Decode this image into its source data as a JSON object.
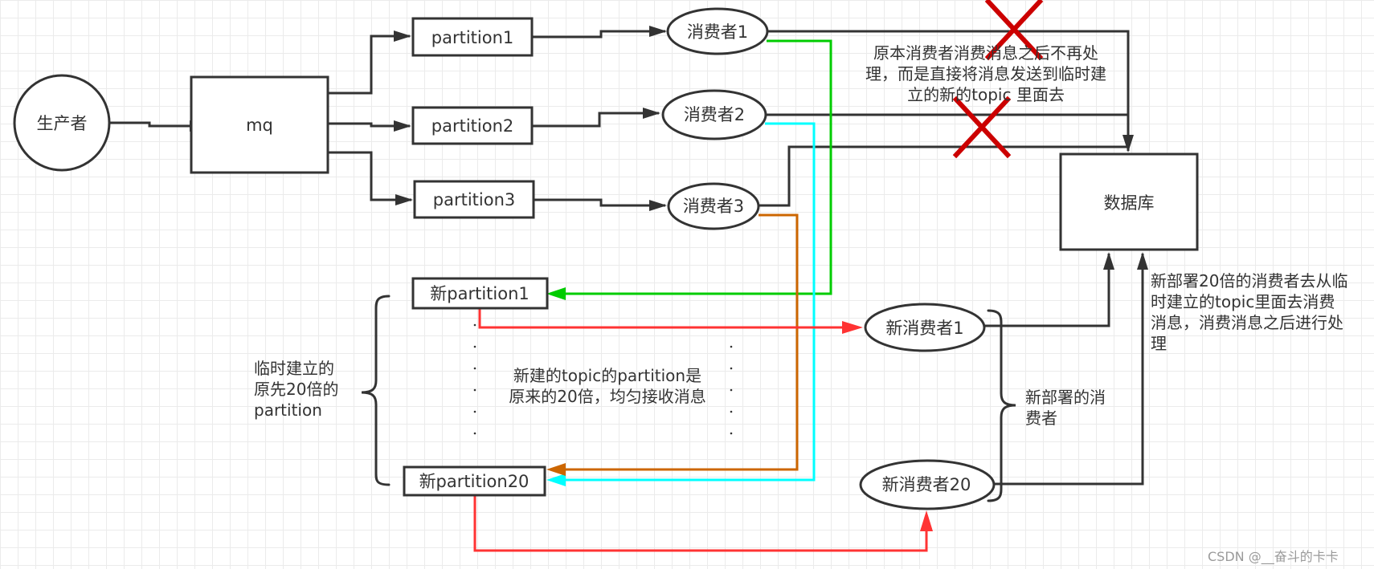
{
  "nodes": {
    "producer": "生产者",
    "mq": "mq",
    "partitions": [
      "partition1",
      "partition2",
      "partition3"
    ],
    "consumers": [
      "消费者1",
      "消费者2",
      "消费者3"
    ],
    "database": "数据库",
    "new_partitions": [
      "新partition1",
      "新partition20"
    ],
    "new_consumers": [
      "新消费者1",
      "新消费者20"
    ]
  },
  "notes": {
    "top": [
      "原本消费者消费消息之后不再处",
      "理，而是直接将消息发送到临时建",
      "立的新的topic 里面去"
    ],
    "left": [
      "临时建立的",
      "原先20倍的",
      "partition"
    ],
    "middle": [
      "新建的topic的partition是",
      "原来的20倍，均匀接收消息"
    ],
    "bottom": [
      "新部署的消",
      "费者"
    ],
    "right": [
      "新部署20倍的消费者去从临",
      "时建立的topic里面去消费",
      "消息，消费消息之后进行处",
      "理"
    ]
  },
  "watermark": "CSDN @__奋斗的卡卡",
  "colors": {
    "stroke": "#333333",
    "green": "#00cc00",
    "cyan": "#00ffff",
    "orange": "#cc6600",
    "red": "#ff3333",
    "cross": "#cc0000"
  }
}
